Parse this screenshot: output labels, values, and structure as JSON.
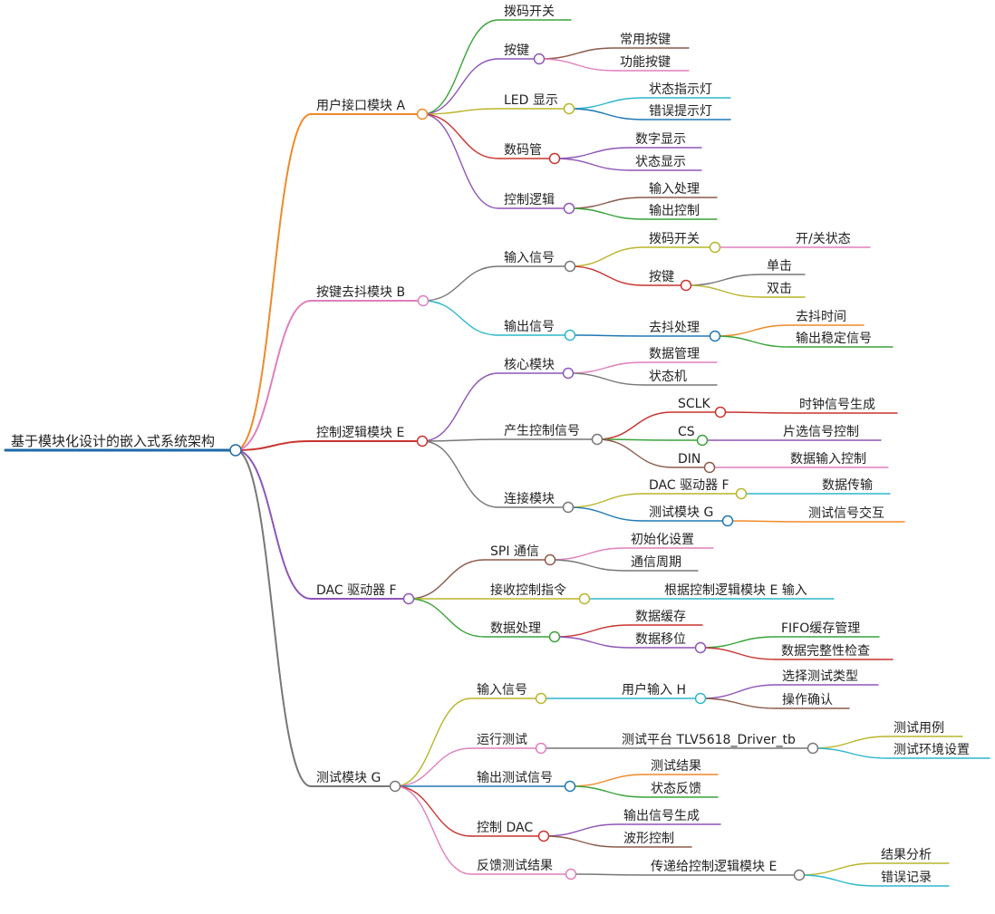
{
  "colors": {
    "orange": "#ef8a2a",
    "pink": "#e07fbe",
    "red": "#c8342f",
    "purple": "#8f55b8",
    "gray": "#777777",
    "green": "#3aa33a",
    "olive": "#b9b52a",
    "cyan": "#2db7cc",
    "blue": "#1f78b4",
    "brown": "#8b5a4a",
    "root": "#1f6aa5"
  },
  "mindmap": {
    "root": "基于模块化设计的嵌入式系统架构",
    "nodes": [
      {
        "id": "A",
        "text": "用户接口模块 A",
        "parent": "root",
        "color": "orange"
      },
      {
        "id": "A1",
        "text": "拨码开关",
        "parent": "A",
        "color": "green"
      },
      {
        "id": "A2",
        "text": "按键",
        "parent": "A",
        "color": "purple"
      },
      {
        "id": "A21",
        "text": "常用按键",
        "parent": "A2",
        "color": "brown"
      },
      {
        "id": "A22",
        "text": "功能按键",
        "parent": "A2",
        "color": "pink"
      },
      {
        "id": "A3",
        "text": "LED 显示",
        "parent": "A",
        "color": "olive"
      },
      {
        "id": "A31",
        "text": "状态指示灯",
        "parent": "A3",
        "color": "cyan"
      },
      {
        "id": "A32",
        "text": "错误提示灯",
        "parent": "A3",
        "color": "blue"
      },
      {
        "id": "A4",
        "text": "数码管",
        "parent": "A",
        "color": "red"
      },
      {
        "id": "A41",
        "text": "数字显示",
        "parent": "A4",
        "color": "purple"
      },
      {
        "id": "A42",
        "text": "状态显示",
        "parent": "A4",
        "color": "purple"
      },
      {
        "id": "A5",
        "text": "控制逻辑",
        "parent": "A",
        "color": "purple"
      },
      {
        "id": "A51",
        "text": "输入处理",
        "parent": "A5",
        "color": "brown"
      },
      {
        "id": "A52",
        "text": "输出控制",
        "parent": "A5",
        "color": "green"
      },
      {
        "id": "B",
        "text": "按键去抖模块 B",
        "parent": "root",
        "color": "pink"
      },
      {
        "id": "B1",
        "text": "输入信号",
        "parent": "B",
        "color": "gray"
      },
      {
        "id": "B11",
        "text": "拨码开关",
        "parent": "B1",
        "color": "olive"
      },
      {
        "id": "B111",
        "text": "开/关状态",
        "parent": "B11",
        "color": "pink"
      },
      {
        "id": "B12",
        "text": "按键",
        "parent": "B1",
        "color": "red"
      },
      {
        "id": "B121",
        "text": "单击",
        "parent": "B12",
        "color": "gray"
      },
      {
        "id": "B122",
        "text": "双击",
        "parent": "B12",
        "color": "olive"
      },
      {
        "id": "B2",
        "text": "输出信号",
        "parent": "B",
        "color": "cyan"
      },
      {
        "id": "B21",
        "text": "去抖处理",
        "parent": "B2",
        "color": "blue"
      },
      {
        "id": "B211",
        "text": "去抖时间",
        "parent": "B21",
        "color": "orange"
      },
      {
        "id": "B212",
        "text": "输出稳定信号",
        "parent": "B21",
        "color": "green"
      },
      {
        "id": "E",
        "text": "控制逻辑模块 E",
        "parent": "root",
        "color": "red"
      },
      {
        "id": "E1",
        "text": "核心模块",
        "parent": "E",
        "color": "purple"
      },
      {
        "id": "E11",
        "text": "数据管理",
        "parent": "E1",
        "color": "pink"
      },
      {
        "id": "E12",
        "text": "状态机",
        "parent": "E1",
        "color": "gray"
      },
      {
        "id": "E2",
        "text": "产生控制信号",
        "parent": "E",
        "color": "gray"
      },
      {
        "id": "E21",
        "text": "SCLK",
        "parent": "E2",
        "color": "red"
      },
      {
        "id": "E211",
        "text": "时钟信号生成",
        "parent": "E21",
        "color": "red"
      },
      {
        "id": "E22",
        "text": "CS",
        "parent": "E2",
        "color": "green"
      },
      {
        "id": "E221",
        "text": "片选信号控制",
        "parent": "E22",
        "color": "purple"
      },
      {
        "id": "E23",
        "text": "DIN",
        "parent": "E2",
        "color": "brown"
      },
      {
        "id": "E231",
        "text": "数据输入控制",
        "parent": "E23",
        "color": "pink"
      },
      {
        "id": "E3",
        "text": "连接模块",
        "parent": "E",
        "color": "gray"
      },
      {
        "id": "E31",
        "text": "DAC 驱动器 F",
        "parent": "E3",
        "color": "olive"
      },
      {
        "id": "E311",
        "text": "数据传输",
        "parent": "E31",
        "color": "cyan"
      },
      {
        "id": "E32",
        "text": "测试模块 G",
        "parent": "E3",
        "color": "blue"
      },
      {
        "id": "E321",
        "text": "测试信号交互",
        "parent": "E32",
        "color": "orange"
      },
      {
        "id": "F",
        "text": "DAC 驱动器 F",
        "parent": "root",
        "color": "purple"
      },
      {
        "id": "F1",
        "text": "SPI 通信",
        "parent": "F",
        "color": "brown"
      },
      {
        "id": "F11",
        "text": "初始化设置",
        "parent": "F1",
        "color": "pink"
      },
      {
        "id": "F12",
        "text": "通信周期",
        "parent": "F1",
        "color": "gray"
      },
      {
        "id": "F2",
        "text": "接收控制指令",
        "parent": "F",
        "color": "olive"
      },
      {
        "id": "F21",
        "text": "根据控制逻辑模块 E 输入",
        "parent": "F2",
        "color": "cyan"
      },
      {
        "id": "F3",
        "text": "数据处理",
        "parent": "F",
        "color": "green"
      },
      {
        "id": "F31",
        "text": "数据缓存",
        "parent": "F3",
        "color": "red"
      },
      {
        "id": "F32",
        "text": "数据移位",
        "parent": "F3",
        "color": "purple"
      },
      {
        "id": "F321",
        "text": "FIFO缓存管理",
        "parent": "F32",
        "color": "green"
      },
      {
        "id": "F322",
        "text": "数据完整性检查",
        "parent": "F32",
        "color": "red"
      },
      {
        "id": "G",
        "text": "测试模块 G",
        "parent": "root",
        "color": "gray"
      },
      {
        "id": "G1",
        "text": "输入信号",
        "parent": "G",
        "color": "olive"
      },
      {
        "id": "G11",
        "text": "用户输入 H",
        "parent": "G1",
        "color": "cyan"
      },
      {
        "id": "G111",
        "text": "选择测试类型",
        "parent": "G11",
        "color": "purple"
      },
      {
        "id": "G112",
        "text": "操作确认",
        "parent": "G11",
        "color": "brown"
      },
      {
        "id": "G2",
        "text": "运行测试",
        "parent": "G",
        "color": "pink"
      },
      {
        "id": "G21",
        "text": "测试平台 TLV5618_Driver_tb",
        "parent": "G2",
        "color": "gray"
      },
      {
        "id": "G211",
        "text": "测试用例",
        "parent": "G21",
        "color": "olive"
      },
      {
        "id": "G212",
        "text": "测试环境设置",
        "parent": "G21",
        "color": "cyan"
      },
      {
        "id": "G3",
        "text": "输出测试信号",
        "parent": "G",
        "color": "blue"
      },
      {
        "id": "G31",
        "text": "测试结果",
        "parent": "G3",
        "color": "orange"
      },
      {
        "id": "G32",
        "text": "状态反馈",
        "parent": "G3",
        "color": "green"
      },
      {
        "id": "G4",
        "text": "控制 DAC",
        "parent": "G",
        "color": "red"
      },
      {
        "id": "G41",
        "text": "输出信号生成",
        "parent": "G4",
        "color": "purple"
      },
      {
        "id": "G42",
        "text": "波形控制",
        "parent": "G4",
        "color": "brown"
      },
      {
        "id": "G5",
        "text": "反馈测试结果",
        "parent": "G",
        "color": "pink"
      },
      {
        "id": "G51",
        "text": "传递给控制逻辑模块 E",
        "parent": "G5",
        "color": "gray"
      },
      {
        "id": "G511",
        "text": "结果分析",
        "parent": "G51",
        "color": "olive"
      },
      {
        "id": "G512",
        "text": "错误记录",
        "parent": "G51",
        "color": "cyan"
      }
    ]
  }
}
